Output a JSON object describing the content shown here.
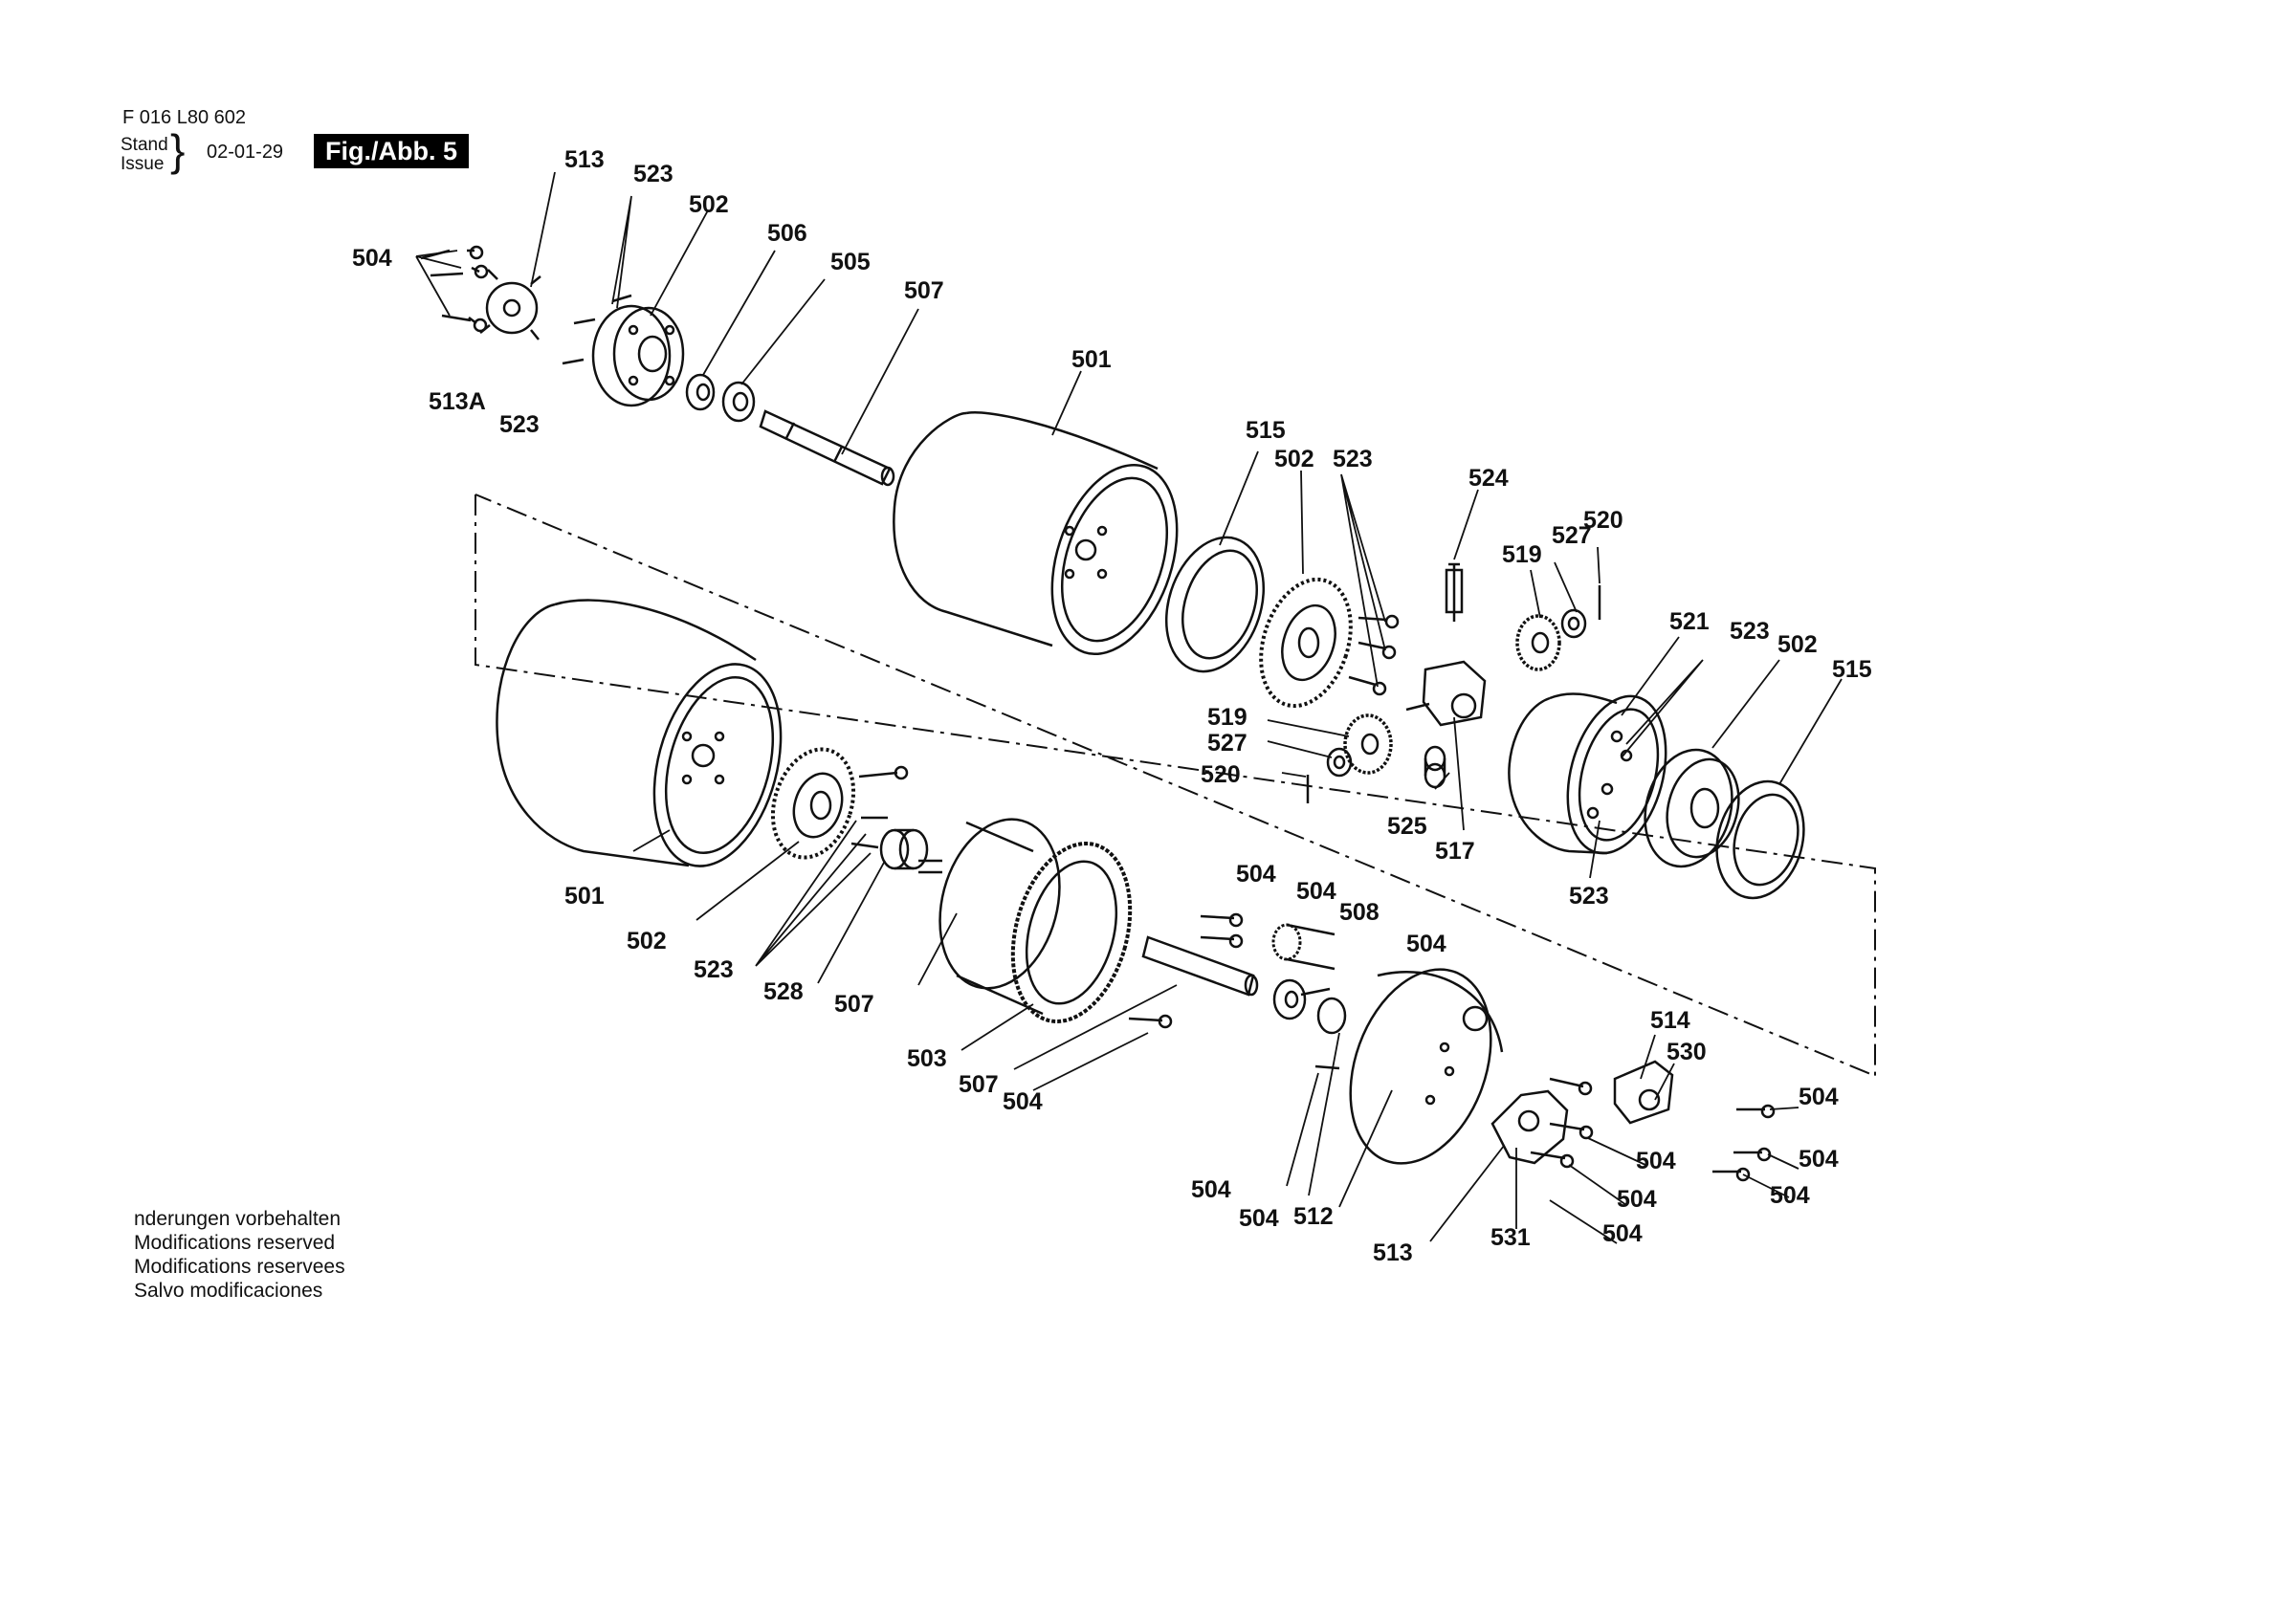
{
  "header": {
    "doc_number": "F 016 L80 602",
    "stand_label": "Stand",
    "issue_label": "Issue",
    "date": "02-01-29",
    "figure_tag": "Fig./Abb. 5"
  },
  "notes": [
    "nderungen vorbehalten",
    "Modifications reserved",
    "Modifications reservees",
    "Salvo modificaciones"
  ],
  "part_labels": [
    "513",
    "523",
    "502",
    "506",
    "505",
    "507",
    "504",
    "513A",
    "523",
    "501",
    "515",
    "502",
    "523",
    "524",
    "527",
    "520",
    "519",
    "521",
    "523",
    "502",
    "515",
    "519",
    "527",
    "520",
    "525",
    "517",
    "523",
    "501",
    "502",
    "523",
    "528",
    "507",
    "504",
    "504",
    "508",
    "504",
    "503",
    "507",
    "504",
    "514",
    "530",
    "504",
    "504",
    "504",
    "504",
    "504",
    "504",
    "504",
    "512",
    "513",
    "531",
    "504"
  ]
}
